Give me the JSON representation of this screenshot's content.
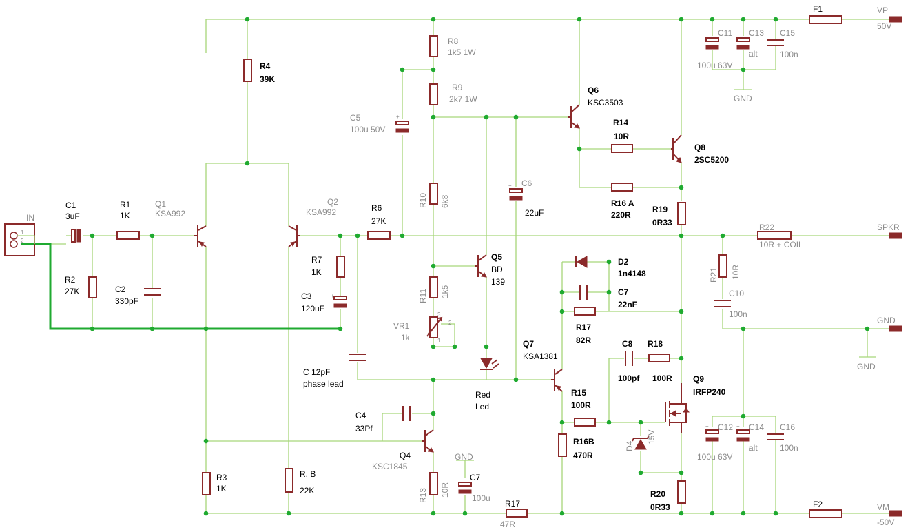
{
  "components": {
    "in": {
      "name": "IN",
      "pin1": "1",
      "pin2": "2"
    },
    "c1": {
      "name": "C1",
      "value": "3uF"
    },
    "r1": {
      "name": "R1",
      "value": "1K"
    },
    "r2": {
      "name": "R2",
      "value": "27K"
    },
    "c2": {
      "name": "C2",
      "value": "330pF"
    },
    "q1": {
      "name": "Q1",
      "value": "KSA992"
    },
    "q2": {
      "name": "Q2",
      "value": "KSA992"
    },
    "r4": {
      "name": "R4",
      "value": "39K"
    },
    "r6": {
      "name": "R6",
      "value": "27K"
    },
    "r7": {
      "name": "R7",
      "value": "1K"
    },
    "c3": {
      "name": "C3",
      "value": "120uF"
    },
    "c12pf": {
      "name": "C 12pF",
      "value": "phase lead"
    },
    "c4": {
      "name": "C4",
      "value": "33Pf"
    },
    "q4": {
      "name": "Q4",
      "value": "KSC1845"
    },
    "r3": {
      "name": "R3",
      "value": "1K"
    },
    "rb": {
      "name": "R.    B",
      "value": "22K"
    },
    "r8": {
      "name": "R8",
      "value": "1k5 1W"
    },
    "r9": {
      "name": "R9",
      "value": "2k7 1W"
    },
    "c5": {
      "name": "C5",
      "value": "100u 50V"
    },
    "r10": {
      "name": "R10",
      "value": "6k8"
    },
    "r11": {
      "name": "R11",
      "value": "1k5"
    },
    "vr1": {
      "name": "VR1",
      "value": "1k",
      "p1": "1",
      "p2": "2",
      "p3": "3"
    },
    "q5": {
      "name": "Q5",
      "value1": "BD",
      "value2": "139"
    },
    "led": {
      "name1": "Red",
      "name2": "Led"
    },
    "c6": {
      "name": "C6",
      "value": "22uF"
    },
    "r13": {
      "name": "R13",
      "value": "10R"
    },
    "c7b": {
      "name": "C7",
      "value": "100u"
    },
    "gnd1": {
      "name": "GND"
    },
    "r17b": {
      "name": "R17",
      "value": "47R"
    },
    "q6": {
      "name": "Q6",
      "value": "KSC3503"
    },
    "r14": {
      "name": "R14",
      "value": "10R"
    },
    "q8": {
      "name": "Q8",
      "value": "2SC5200"
    },
    "r16a": {
      "name": "R16 A",
      "value": "220R"
    },
    "r19": {
      "name": "R19",
      "value": "0R33"
    },
    "d2": {
      "name": "D2",
      "value": "1n4148"
    },
    "c7": {
      "name": "C7",
      "value": "22nF"
    },
    "r17": {
      "name": "R17",
      "value": "82R"
    },
    "q7": {
      "name": "Q7",
      "value": "KSA1381"
    },
    "c8": {
      "name": "C8",
      "value": "100pf"
    },
    "r18": {
      "name": "R18",
      "value": "100R"
    },
    "q9": {
      "name": "Q9",
      "value": "IRFP240"
    },
    "r15": {
      "name": "R15",
      "value": "100R"
    },
    "r16b": {
      "name": "R16B",
      "value": "470R"
    },
    "d4": {
      "name": "D4",
      "value": "15V"
    },
    "r20": {
      "name": "R20",
      "value": "0R33"
    },
    "c11": {
      "name": "C11",
      "value": "100u 63V"
    },
    "c13": {
      "name": "C13",
      "value": "alt"
    },
    "c15": {
      "name": "C15",
      "value": "100n"
    },
    "gnd2": {
      "name": "GND"
    },
    "f1": {
      "name": "F1"
    },
    "vp": {
      "name": "VP",
      "value": "50V"
    },
    "r22": {
      "name": "R22",
      "value": "10R + COIL"
    },
    "spkr": {
      "name": "SPKR"
    },
    "r21": {
      "name": "R21",
      "value": "10R"
    },
    "c10": {
      "name": "C10",
      "value": "100n"
    },
    "gnd3": {
      "name": "GND"
    },
    "gnd4": {
      "name": "GND"
    },
    "c12": {
      "name": "C12",
      "value": "100u 63V"
    },
    "c14": {
      "name": "C14",
      "value": "alt"
    },
    "c16": {
      "name": "C16",
      "value": "100n"
    },
    "f2": {
      "name": "F2"
    },
    "vm": {
      "name": "VM",
      "value": "-50V"
    }
  }
}
